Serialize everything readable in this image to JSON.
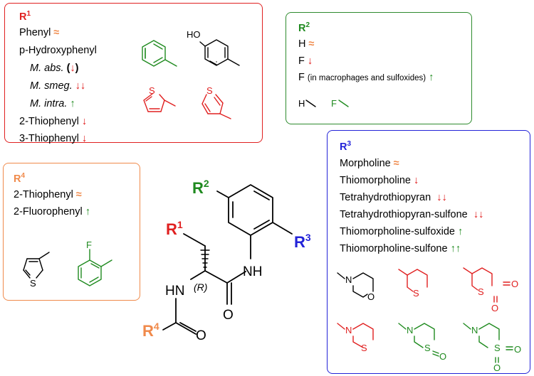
{
  "r1": {
    "label": "R",
    "sup": "1",
    "items": [
      {
        "text": "Phenyl",
        "mark": "≈",
        "mark_color": "#f08a4b"
      },
      {
        "text": "p-Hydroxyphenyl",
        "mark": "",
        "mark_color": ""
      },
      {
        "text": "M. abs.",
        "mark": "↓",
        "mark_color": "#e02020",
        "open": "(",
        "close": ")"
      },
      {
        "text": "M. smeg.",
        "mark": "↓↓",
        "mark_color": "#e02020"
      },
      {
        "text": "M. intra.",
        "mark": "↑",
        "mark_color": "#1f8a1f"
      },
      {
        "text": "2-Thiophenyl",
        "mark": "↓",
        "mark_color": "#e02020"
      },
      {
        "text": "3-Thiophenyl",
        "mark": "↓",
        "mark_color": "#e02020"
      }
    ],
    "struct_labels": {
      "ho": "HO",
      "s1": "S",
      "s2": "S"
    }
  },
  "r2": {
    "label": "R",
    "sup": "2",
    "items": [
      {
        "text": "H",
        "mark": "≈",
        "mark_color": "#f08a4b"
      },
      {
        "text": "F",
        "mark": "↓",
        "mark_color": "#e02020"
      },
      {
        "text": "F",
        "note": "(in macrophages and sulfoxides)",
        "mark": "↑",
        "mark_color": "#1f8a1f"
      }
    ],
    "struct_labels": {
      "h": "H",
      "f": "F"
    }
  },
  "r3": {
    "label": "R",
    "sup": "3",
    "items": [
      {
        "text": "Morpholine",
        "mark": "≈",
        "mark_color": "#f08a4b"
      },
      {
        "text": "Thiomorpholine",
        "mark": "↓",
        "mark_color": "#e02020"
      },
      {
        "text": "Tetrahydrothiopyran",
        "mark": "↓↓",
        "mark_color": "#e02020"
      },
      {
        "text": "Tetrahydrothiopyran-sulfone",
        "mark": "↓↓",
        "mark_color": "#e02020"
      },
      {
        "text": "Thiomorpholine-sulfoxide",
        "mark": "↑",
        "mark_color": "#1f8a1f"
      },
      {
        "text": "Thiomorpholine-sulfone",
        "mark": "↑↑",
        "mark_color": "#1f8a1f"
      }
    ],
    "struct_labels": {
      "n": "N",
      "o": "O",
      "s": "S"
    }
  },
  "r4": {
    "label": "R",
    "sup": "4",
    "items": [
      {
        "text": "2-Thiophenyl",
        "mark": "≈",
        "mark_color": "#f08a4b"
      },
      {
        "text": "2-Fluorophenyl",
        "mark": "↑",
        "mark_color": "#1f8a1f"
      }
    ],
    "struct_labels": {
      "s": "S",
      "f": "F"
    }
  },
  "core": {
    "r1": "R",
    "r1_sup": "1",
    "r2": "R",
    "r2_sup": "2",
    "r3": "R",
    "r3_sup": "3",
    "r4": "R",
    "r4_sup": "4",
    "nh1": "NH",
    "hn2": "HN",
    "o1": "O",
    "o2": "O",
    "stereo": "(R)"
  },
  "colors": {
    "r1": "#e02020",
    "r2": "#1f8a1f",
    "r3": "#2323d8",
    "r4": "#f08a4b",
    "approx": "#f08a4b",
    "down": "#e02020",
    "up": "#1f8a1f"
  }
}
